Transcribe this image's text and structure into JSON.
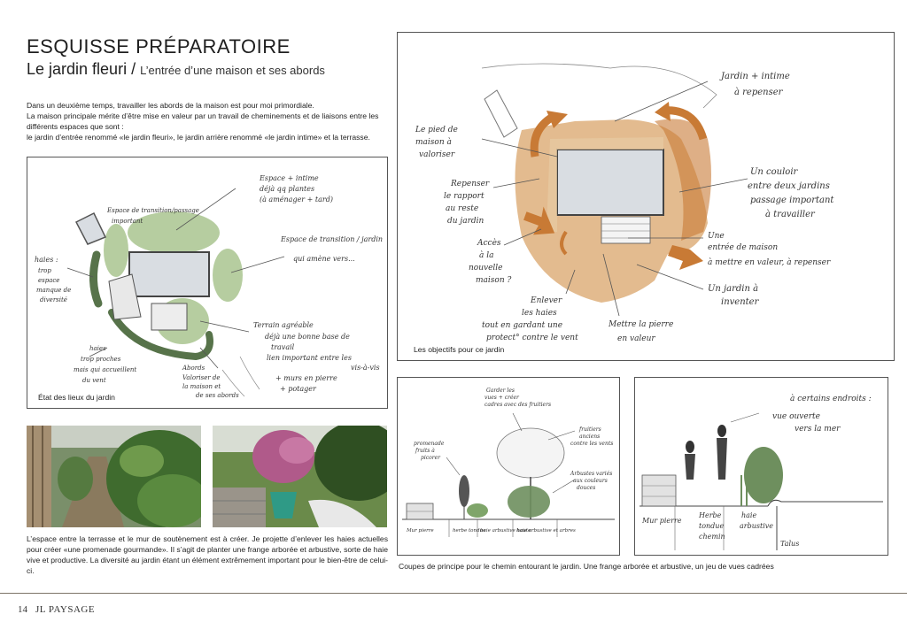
{
  "header": {
    "title": "ESQUISSE PRÉPARATOIRE",
    "subtitle": "Le jardin fleuri / ",
    "subtitle_small": "L’entrée d’une maison et ses abords"
  },
  "intro": {
    "line1": "Dans un deuxième temps, travailler les abords de la maison est pour moi primordiale.",
    "line2": "La maison principale mérite d’être mise en valeur par un travail de cheminements et de liaisons entre les différents espaces que sont :",
    "line3": "le jardin d’entrée renommé «le jardin fleuri», le jardin arrière renommé «le jardin intime» et la terrasse."
  },
  "sketch_left": {
    "caption": "État des lieux du jardin",
    "notes": {
      "n1": "Espace + intime",
      "n2": "déjà qq plantes",
      "n3": "(à aménager + tard)",
      "n4": "Espace de transition / jardin",
      "n5": "qui amène vers...",
      "n6": "Terrain agréable",
      "n7": "déjà une bonne base de",
      "n8": "travail",
      "n9": "lien important entre les",
      "n10": "vis-à-vis",
      "n11": "+ murs en pierre",
      "n12": "+ potager",
      "n13": "Espace de transition/passage",
      "n14": "important",
      "n15": "haies :",
      "n16": "trop",
      "n17": "espace",
      "n18": "manque de",
      "n19": "diversité",
      "n20": "haies",
      "n21": "trop proches",
      "n22": "mais qui accueillent",
      "n23": "du vent",
      "n24": "Abords",
      "n25": "Valoriser de",
      "n26": "la maison et",
      "n27": "de ses abords"
    }
  },
  "sketch_right": {
    "caption": "Les objectifs pour ce jardin",
    "notes": {
      "a1": "Jardin + intime",
      "a2": "à repenser",
      "a3": "Le pied de",
      "a4": "maison à",
      "a5": "valoriser",
      "a6": "Repenser",
      "a7": "le rapport",
      "a8": "au reste",
      "a9": "du jardin",
      "a10": "Accès",
      "a11": "à la",
      "a12": "nouvelle",
      "a13": "maison ?",
      "a14": "Un couloir",
      "a15": "entre deux jardins",
      "a16": "passage important",
      "a17": "à travailler",
      "a18": "Une",
      "a19": "entrée de maison",
      "a20": "à mettre en valeur, à repenser",
      "a21": "Un jardin à",
      "a22": "inventer",
      "a23": "Enlever",
      "a24": "les haies",
      "a25": "tout en gardant une",
      "a26": "protect° contre le vent",
      "a27": "Mettre la pierre",
      "a28": "en valeur"
    }
  },
  "bottom_text": "L’espace entre la terrasse et le mur de soutènement est à créer. Je projette d’enlever les haies actuelles pour créer «une promenade gourmande». Il s’agit de planter une frange arborée et arbustive, sorte de haie vive et productive. La diversité au jardin étant un élément extrêmement important pour le bien-être de celui-ci.",
  "coupes": {
    "caption": "Coupes de principe pour le chemin entourant le jardin. Une frange arborée et arbustive, un jeu de vues cadrées",
    "left_notes": {
      "c1": "Garder les",
      "c2": "vues + créer",
      "c3": "cadres avec des fruitiers",
      "c4": "promenade",
      "c5": "fruits à",
      "c6": "picorer",
      "c7": "fruitiers",
      "c8": "anciens",
      "c9": "contre les vents",
      "c10": "Arbustes variés",
      "c11": "aux couleurs",
      "c12": "douces",
      "c13": "Mur pierre",
      "c14": "herbe tondue",
      "c15": "haie arbustive haute",
      "c16": "haie arbustive et arbres"
    },
    "right_notes": {
      "r1": "à certains endroits :",
      "r2": "vue ouverte",
      "r3": "vers la mer",
      "r4": "Mur pierre",
      "r5": "Herbe",
      "r6": "tondue",
      "r7": "chemin",
      "r8": "haie",
      "r9": "arbustive",
      "r10": "Talus"
    }
  },
  "footer": {
    "page": "14",
    "brand": "JL PAYSAGE"
  },
  "colors": {
    "accent_orange": "#c87a35",
    "sketch_green": "#a9c48f",
    "hedge_green": "#57734a",
    "house_grey": "#d9dde2",
    "footer_rule": "#7d7468"
  }
}
